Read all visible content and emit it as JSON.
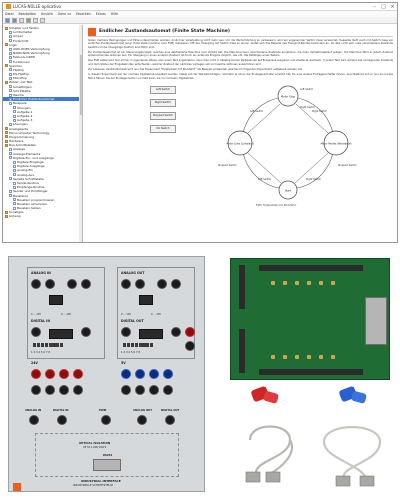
{
  "window": {
    "title": "LUCAS-NÜLLE aplicativo",
    "menu": [
      "Datei",
      "Bearbeiten",
      "Ansicht",
      "Gehe zu",
      "Favoriten",
      "Extras",
      "Hilfe"
    ]
  },
  "tree": {
    "items": [
      {
        "label": "Schalter und Tasten",
        "level": 0
      },
      {
        "label": "Lichtschalter",
        "level": 1
      },
      {
        "label": "Ampel",
        "level": 1
      },
      {
        "label": "Fortschritt",
        "level": 1
      },
      {
        "label": "Logik",
        "level": 0
      },
      {
        "label": "UND-ODER Verknüpfung",
        "level": 1
      },
      {
        "label": "NAND-NOR Verknüpfung",
        "level": 1
      },
      {
        "label": "Exklusiv-ODER",
        "level": 1
      },
      {
        "label": "Funktionen",
        "level": 1
      },
      {
        "label": "Speicher",
        "level": 0
      },
      {
        "label": "Flipflop",
        "level": 1
      },
      {
        "label": "RS-Flipflop",
        "level": 1
      },
      {
        "label": "Monoflop",
        "level": 1
      },
      {
        "label": "Zähler und Takt",
        "level": 0
      },
      {
        "label": "Schaltfolgen",
        "level": 1
      },
      {
        "label": "Schrittkette",
        "level": 1
      },
      {
        "label": "Weiche",
        "level": 1
      },
      {
        "label": "Endlicher Zustandsautomat",
        "level": 1,
        "selected": true
      },
      {
        "label": "Beispiele",
        "level": 1
      },
      {
        "label": "Übungen",
        "level": 2
      },
      {
        "label": "Aufgabe 1",
        "level": 2
      },
      {
        "label": "Aufgabe 2",
        "level": 2
      },
      {
        "label": "Aufgabe 3",
        "level": 2
      },
      {
        "label": "Lösungen",
        "level": 1
      },
      {
        "label": "Analogwerte",
        "level": 0
      },
      {
        "label": "Microcomputer Technology",
        "level": 0
      },
      {
        "label": "Programmierung",
        "level": 0
      },
      {
        "label": "Hardware",
        "level": 0
      },
      {
        "label": "Bus-Schnittstellen",
        "level": 0
      },
      {
        "label": "Anzeige",
        "level": 1
      },
      {
        "label": "Anzeige-Elemente",
        "level": 1
      },
      {
        "label": "Digitale Ein- und Ausgänge",
        "level": 1
      },
      {
        "label": "Digitale Eingänge",
        "level": 2
      },
      {
        "label": "Digitale Ausgänge",
        "level": 2
      },
      {
        "label": "Analog-Ein",
        "level": 2
      },
      {
        "label": "Analog-Aus",
        "level": 2
      },
      {
        "label": "Serielle Schnittstelle",
        "level": 1
      },
      {
        "label": "Sende-Routine",
        "level": 2
      },
      {
        "label": "Empfangs-Routine",
        "level": 2
      },
      {
        "label": "Sender und Empfänger",
        "level": 1
      },
      {
        "label": "Bausteine",
        "level": 1
      },
      {
        "label": "Baustein programmieren",
        "level": 2
      },
      {
        "label": "Baustein simulieren",
        "level": 2
      },
      {
        "label": "Baustein testen",
        "level": 2
      },
      {
        "label": "Sonstiges",
        "level": 0
      },
      {
        "label": "Anhang",
        "level": 0
      }
    ]
  },
  "doc": {
    "title": "Endlicher Zustandsautomat (Finite State Machine)",
    "para1": "Sollen mehrere Bedingungen und Fälle unterschieden werden, muß ihrer Verarbeitung nicht mehr aus. Um die Wertschöpfung zu verbessern, wird ein sogenannter Switch Case verwendet. Dasselbe läuft auch mit Switch Case ein endlicher Zustandsautomat (engl. finite state machine, kurz FSM) realisieren. Mit den Übergang mit Switch Case zu lernen, bietet sich das Beispiel des Transport-Bandes besonders an, da dies nicht sehr viele verschiedene Zustände besitzt und der Übergänge deutlich ersichtlich sind.",
    "para2": "Ein Zustandsautomat ist ein Steuerungskonzept, welches eine abstrahierte Maschine zum Vorbild hat. Die Maschine kann verschiedene Zustände annehmen, die ihren Verhaltensablauf prägen. Die Maschine fährt in jedem Zustand entsprechendes Aktionen aus. Ein Übergang in einen anderen Zustand ist durch ein externes Ereignis möglich, wie z.B. das Betätigen eines Tasters.",
    "para3": "Das FSM selbst wird hier immer in irgendeiner Weise, also einen Takt angetrieben, denn dies nicht in beliebig kurzen Zeitspannen auf Ereignisse reagieren und Zustände wechseln. Jr jedem Takt wird anhand des vorliegenden Zustands und dem Status der Eingabeknoten entschieden, welcher Zustand der nächstes vorliegen soll und welche Aktionen auszuführen sind.",
    "para4": "Zur besseren Verständlichkeit wird nun das Experiment \"Tippbetrieb mit Rückfahrt\" als Beispiel verwendet, welches im folgenden Experiment aufgebaut werden soll.",
    "para5": "In diesem Experiment soll der normale Tippbetrieb erweitert werden. Dabei soll der Werkstückträger, nachdem er einen der Endlagenschalter erreicht hat, für eine andere Endlagenschalter fahren. Anschließend soll er nun ein kurzes Stück fahren, bis der Endlagenmotor nun hielt kann, sie im normalen Tippbetrieb.",
    "buttons": [
      "Left Switch",
      "Right Switch",
      "Stopped Switch",
      "No Switch"
    ],
    "states": [
      "Motor Stop",
      "Motor Links (Linkslauf)",
      "Motor Rechts (Rechtslauf)",
      "Start"
    ],
    "transitions": [
      "Left Switch",
      "Right Switch",
      "Left Switch",
      "Right Switch",
      "Stopped Switch",
      "Stopped Switch",
      "Left Switch",
      "Right Switch"
    ],
    "caption": "FSM: Tippbetrieb mit Rückfahrt"
  },
  "board": {
    "labels": {
      "analog_in": "ANALOG IN",
      "analog_out": "ANALOG OUT",
      "digital_in": "DIGITAL IN",
      "digital_out": "DIGITAL OUT",
      "v24_left": "24V",
      "v24_right": "5V",
      "analog_in_small": "ANALOG IN",
      "digital_in_small": "DIGITAL IN",
      "pwm": "PWM",
      "analog_out_small": "ANALOG OUT",
      "digital_out_small": "DIGITAL OUT",
      "interface": "OPTICAL ISOLATION",
      "interface_sub": "UP TO 1,000 VOLTS",
      "port": "RS232",
      "footer": "INDUSTRIAL INTERFACE",
      "footer_sub": "INDUSTRIELLE SCHNITTSTELLE",
      "ranges_in": [
        "0 ... 10V",
        "0 ... 10V"
      ],
      "ranges_out": [
        "0 ... 10V",
        "0 ... 10V"
      ],
      "digital_nums": "1 2 3 4 5 6 7 8"
    }
  },
  "colors": {
    "accent": "#e8601c",
    "selection": "#3a78d4",
    "pcb": "#1f6d35",
    "plug_red": "#d02525",
    "plug_blue": "#2a5fd0"
  }
}
